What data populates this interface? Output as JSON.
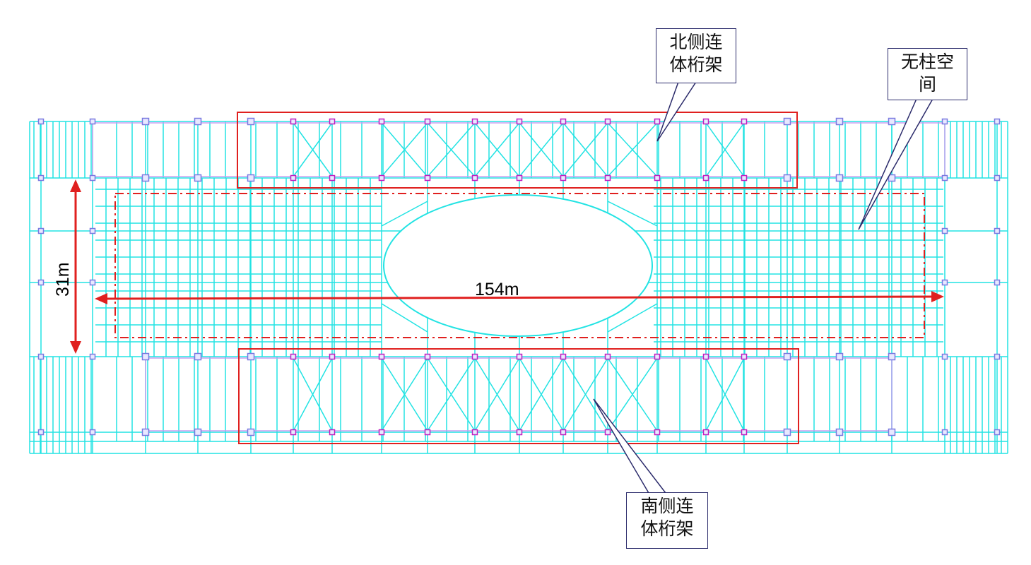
{
  "callouts": {
    "north_truss": "北侧连\n体桁架",
    "south_truss": "南侧连\n体桁架",
    "column_free_space": "无柱空\n间"
  },
  "dimensions": {
    "length": "154m",
    "width": "31m"
  },
  "colors": {
    "structure_lines": "#22e3e3",
    "columns": "#7a7ae0",
    "truss_nodes": "#c020c0",
    "highlight": "#e0201f",
    "callout_border": "#2b2b6b"
  }
}
